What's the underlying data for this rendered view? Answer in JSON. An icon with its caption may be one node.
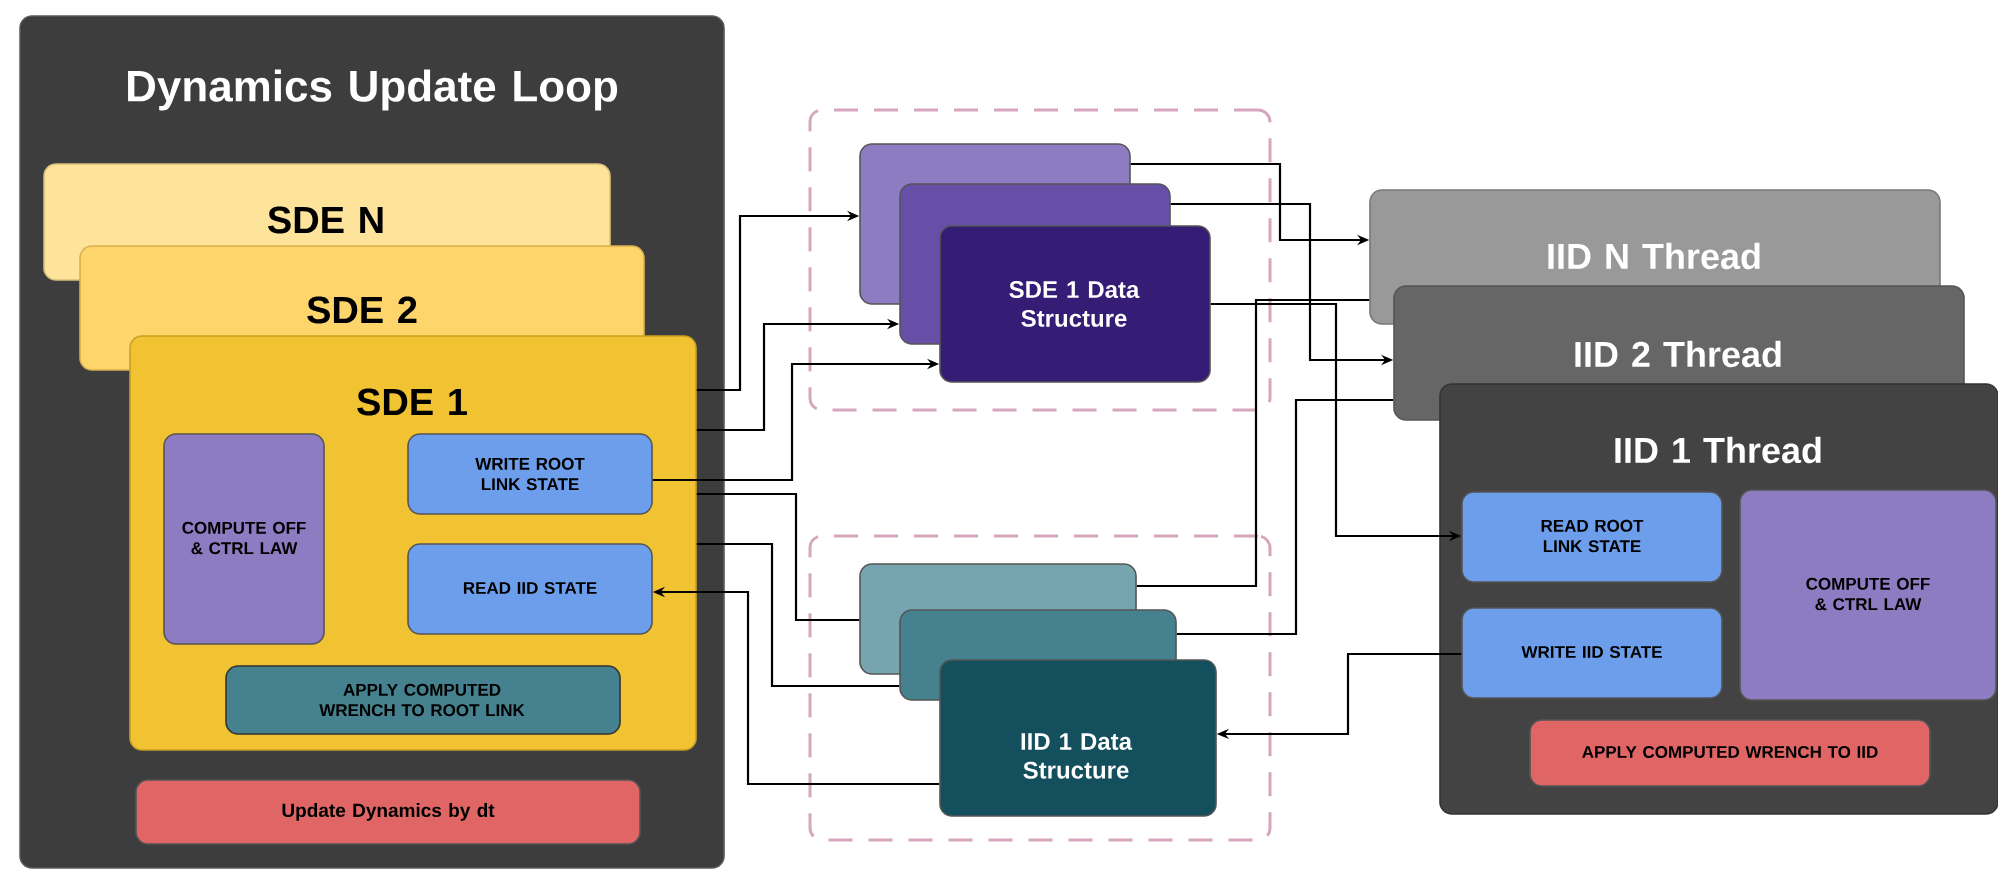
{
  "diagram": {
    "nodes": [
      {
        "text": [
          "Dynamics Update Loop"
        ]
      },
      {
        "text": [
          "SDE N"
        ],
        "in": 0
      },
      {
        "text": [
          "SDE 2"
        ],
        "in": 0
      },
      {
        "text": [
          "SDE 1"
        ],
        "in": 0
      },
      {
        "text": [
          "COMPUTE OFF & CTRL LAW"
        ],
        "in": 3
      },
      {
        "text": [
          "WRITE ROOT LINK STATE"
        ],
        "in": 3
      },
      {
        "text": [
          "READ IID STATE"
        ],
        "in": 3
      },
      {
        "text": [
          "APPLY COMPUTED WRENCH TO ROOT LINK"
        ],
        "in": 3
      },
      {
        "text": [
          "Update Dynamics by dt"
        ],
        "in": 0
      },
      {
        "text": [],
        "shape": "box"
      },
      {
        "text": [],
        "shape": "box",
        "in": 9
      },
      {
        "text": [],
        "shape": "box",
        "in": 9
      },
      {
        "text": [
          "SDE 1 Data Structure"
        ],
        "in": 9
      },
      {
        "text": [],
        "shape": "box"
      },
      {
        "text": [],
        "shape": "box",
        "in": 13
      },
      {
        "text": [],
        "shape": "box",
        "in": 13
      },
      {
        "text": [
          "IID 1 Data Structure"
        ],
        "in": 13
      },
      {
        "text": [
          "IID N Thread"
        ]
      },
      {
        "text": [
          "IID 2 Thread"
        ]
      },
      {
        "text": [
          "IID 1 Thread"
        ]
      },
      {
        "text": [
          "READ ROOT LINK STATE"
        ],
        "in": 19
      },
      {
        "text": [
          "COMPUTE OFF & CTRL LAW"
        ],
        "in": 19
      },
      {
        "text": [
          "WRITE IID STATE"
        ],
        "in": 19
      },
      {
        "text": [
          "APPLY COMPUTED WRENCH TO IID"
        ],
        "in": 19
      }
    ],
    "edges": [
      {
        "from": 3,
        "to": 10,
        "arrow": "to"
      },
      {
        "from": 3,
        "to": 11,
        "arrow": "to"
      },
      {
        "from": 5,
        "to": 12,
        "arrow": "to"
      },
      {
        "from": 10,
        "to": 17,
        "arrow": "to"
      },
      {
        "from": 11,
        "to": 18,
        "arrow": "to"
      },
      {
        "from": 12,
        "to": 20,
        "arrow": "to"
      },
      {
        "from": 17,
        "to": 14,
        "arrow": "none"
      },
      {
        "from": 18,
        "to": 15,
        "arrow": "none"
      },
      {
        "from": 22,
        "to": 16,
        "arrow": "to"
      },
      {
        "from": 14,
        "to": 3,
        "arrow": "none"
      },
      {
        "from": 15,
        "to": 3,
        "arrow": "none"
      },
      {
        "from": 16,
        "to": 6,
        "arrow": "to"
      }
    ]
  }
}
